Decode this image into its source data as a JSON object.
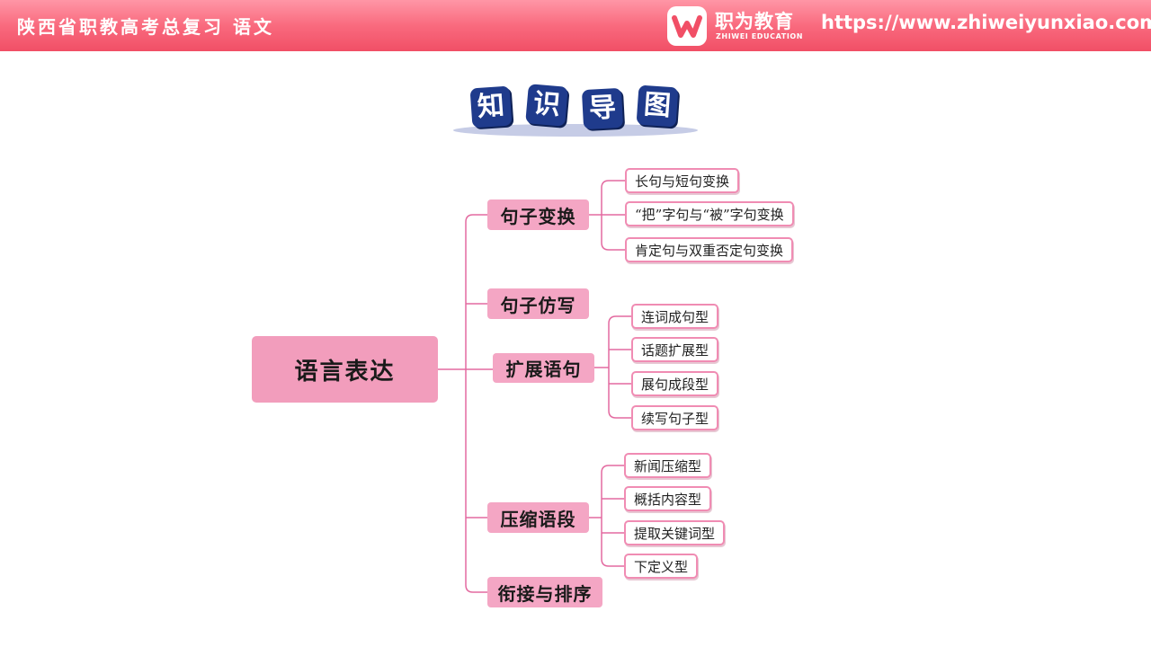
{
  "header": {
    "course_title": "陕西省职教高考总复习 语文",
    "brand_name": "职为教育",
    "brand_en": "ZHIWEI EDUCATION",
    "logo_letter": "W",
    "url": "https://www.zhiweiyunxiao.com/"
  },
  "title_chars": [
    "知",
    "识",
    "导",
    "图"
  ],
  "mindmap": {
    "root": "语言表达",
    "branches": [
      {
        "label": "句子变换",
        "children": [
          "长句与短句变换",
          "“把”字句与“被”字句变换",
          "肯定句与双重否定句变换"
        ]
      },
      {
        "label": "句子仿写",
        "children": []
      },
      {
        "label": "扩展语句",
        "children": [
          "连词成句型",
          "话题扩展型",
          "展句成段型",
          "续写句子型"
        ]
      },
      {
        "label": "压缩语段",
        "children": [
          "新闻压缩型",
          "概括内容型",
          "提取关键词型",
          "下定义型"
        ]
      },
      {
        "label": "衔接与排序",
        "children": []
      }
    ]
  },
  "colors": {
    "header_gradient_top": "#ff96a6",
    "header_gradient_bottom": "#f14f66",
    "root_fill": "#f29dbc",
    "branch_fill": "#f4a6c4",
    "leaf_border": "#f08cb3",
    "connector": "#e36aa0",
    "title_tile": "#1f3b8c"
  }
}
